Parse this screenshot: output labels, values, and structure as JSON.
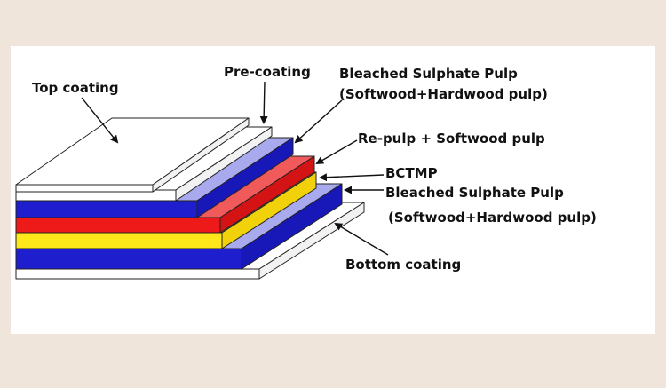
{
  "labels": {
    "top_coating": "Top coating",
    "pre_coating": "Pre-coating",
    "bsp_top_line1": "Bleached Sulphate Pulp",
    "bsp_top_line2": "(Softwood+Hardwood pulp)",
    "repulp": "Re-pulp + Softwood pulp",
    "bctmp": "BCTMP",
    "bsp_bottom_line1": "Bleached Sulphate Pulp",
    "bsp_bottom_line2": "(Softwood+Hardwood pulp)",
    "bottom_coating": "Bottom coating"
  },
  "colors": {
    "background": "#efe5da",
    "panel": "#ffffff",
    "coating": "#ffffff",
    "bleached_pulp": "#1e1ecf",
    "bleached_pulp_top_face": "#a9a9ee",
    "repulp": "#ee1a1a",
    "bctmp": "#ffe81a",
    "outline": "#222222"
  },
  "layers": [
    "Bottom coating",
    "Bleached Sulphate Pulp",
    "BCTMP",
    "Re-pulp + Softwood pulp",
    "Bleached Sulphate Pulp",
    "Pre-coating",
    "Top coating"
  ]
}
